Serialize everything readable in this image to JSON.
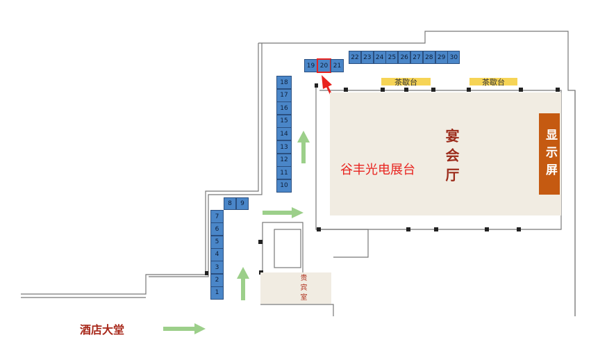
{
  "booths_top_left": [
    "19",
    "20",
    "21"
  ],
  "booths_top_right": [
    "22",
    "23",
    "24",
    "25",
    "26",
    "27",
    "28",
    "29",
    "30"
  ],
  "booths_column_mid": [
    "18",
    "17",
    "16",
    "15",
    "14",
    "13",
    "12",
    "11",
    "10"
  ],
  "booths_pair": [
    "8",
    "9"
  ],
  "booths_column_left": [
    "7",
    "6",
    "5",
    "4",
    "3",
    "2",
    "1"
  ],
  "tea_stands": [
    "茶歇台",
    "茶歇台"
  ],
  "banquet_hall": "宴会厅",
  "display_screen": "显示屏",
  "vip_room": "贵宾室",
  "hotel_lobby": "酒店大堂",
  "callout": "谷丰光电展台",
  "highlighted_booth": "20",
  "colors": {
    "booth": "#4a86c8",
    "screen": "#c55a11",
    "hall": "#f1ece2",
    "arrow_green": "#9ccf8a",
    "callout": "#e8231f"
  }
}
